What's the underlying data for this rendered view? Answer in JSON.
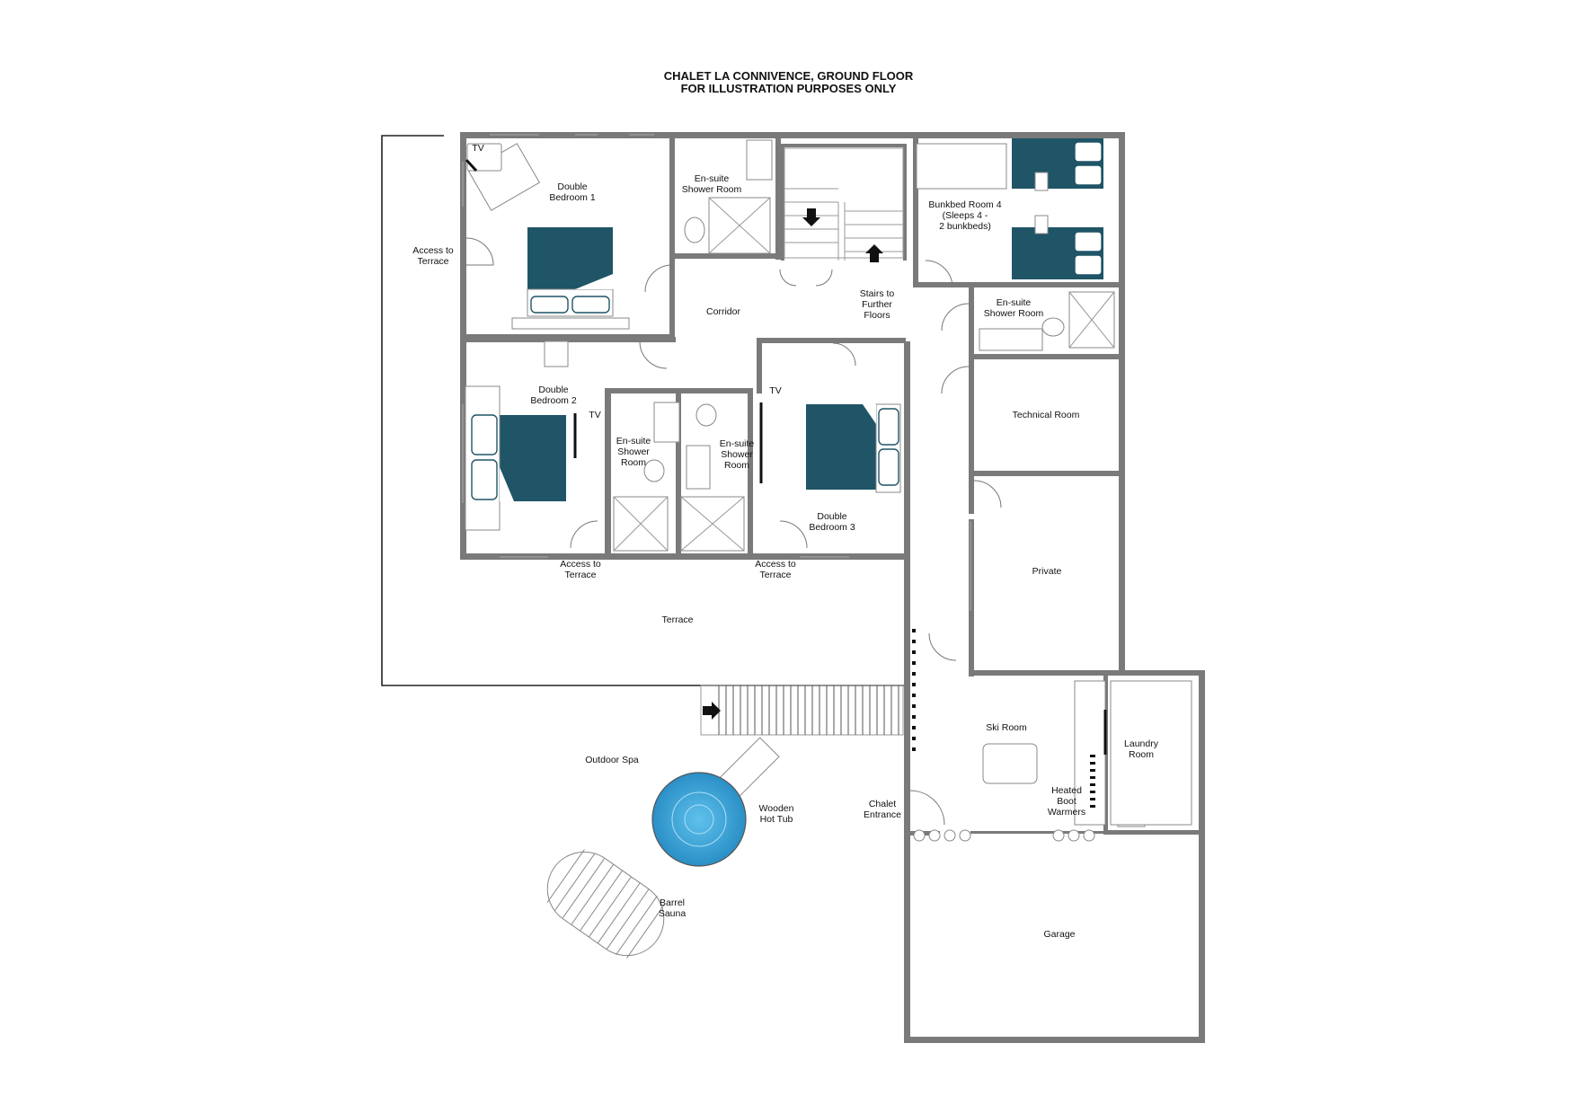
{
  "title": {
    "line1": "CHALET LA CONNIVENCE, GROUND FLOOR",
    "line2": "FOR ILLUSTRATION PURPOSES ONLY"
  },
  "rooms": {
    "double_bedroom_1": [
      "Double",
      "Bedroom 1"
    ],
    "ensuite_1": [
      "En-suite",
      "Shower Room"
    ],
    "bunkbed_room_4": [
      "Bunkbed Room 4",
      "(Sleeps 4 -",
      "2 bunkbeds)"
    ],
    "access_terrace_1": [
      "Access to",
      "Terrace"
    ],
    "corridor": [
      "Corridor"
    ],
    "stairs": [
      "Stairs to",
      "Further",
      "Floors"
    ],
    "ensuite_4": [
      "En-suite",
      "Shower Room"
    ],
    "double_bedroom_2": [
      "Double",
      "Bedroom 2"
    ],
    "ensuite_2": [
      "En-suite",
      "Shower",
      "Room"
    ],
    "ensuite_3": [
      "En-suite",
      "Shower",
      "Room"
    ],
    "technical_room": [
      "Technical Room"
    ],
    "double_bedroom_3": [
      "Double",
      "Bedroom 3"
    ],
    "access_terrace_2": [
      "Access to",
      "Terrace"
    ],
    "access_terrace_3": [
      "Access to",
      "Terrace"
    ],
    "private": [
      "Private"
    ],
    "terrace": [
      "Terrace"
    ],
    "ski_room": [
      "Ski Room"
    ],
    "laundry_room": [
      "Laundry",
      "Room"
    ],
    "outdoor_spa": [
      "Outdoor Spa"
    ],
    "hot_tub": [
      "Wooden",
      "Hot Tub"
    ],
    "chalet_entrance": [
      "Chalet",
      "Entrance"
    ],
    "boot_warmers": [
      "Heated",
      "Boot",
      "Warmers"
    ],
    "barrel_sauna": [
      "Barrel",
      "Sauna"
    ],
    "garage": [
      "Garage"
    ]
  },
  "tv_labels": [
    "TV",
    "TV",
    "TV"
  ],
  "colors": {
    "wall": "#7a7a7a",
    "bed": "#1f5566",
    "water": "#3aa7d8"
  }
}
